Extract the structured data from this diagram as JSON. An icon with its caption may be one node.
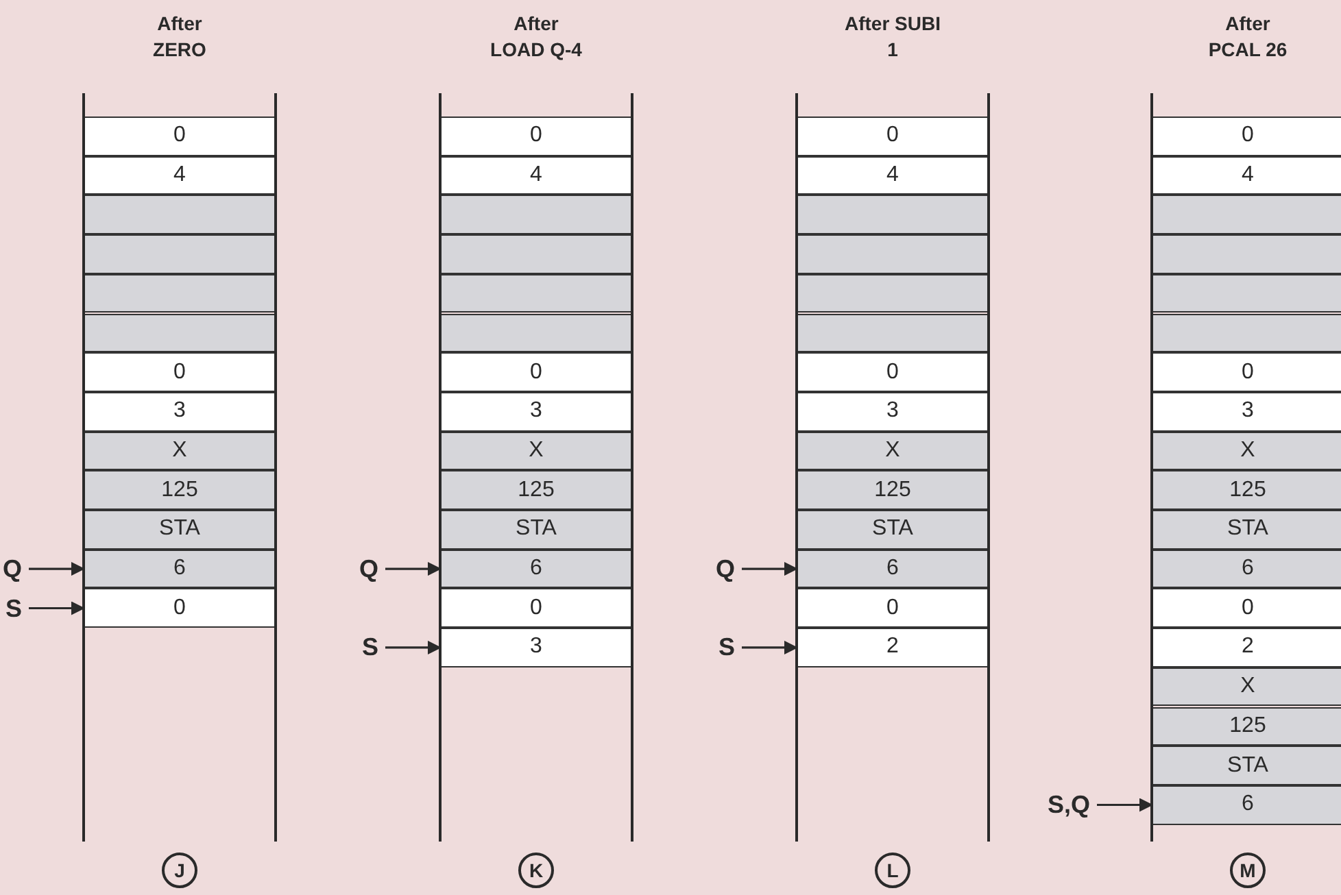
{
  "diagram": {
    "nodes": [
      {
        "text": [
          "After ZERO"
        ]
      },
      {
        "text": [
          "0"
        ],
        "in": 0
      },
      {
        "text": [
          "4"
        ],
        "in": 0
      },
      {
        "text": [],
        "shape": "box",
        "in": 0
      },
      {
        "text": [],
        "shape": "box",
        "in": 0
      },
      {
        "text": [],
        "shape": "box",
        "in": 0
      },
      {
        "text": [],
        "shape": "box",
        "in": 0
      },
      {
        "text": [
          "0"
        ],
        "in": 0
      },
      {
        "text": [
          "3"
        ],
        "in": 0
      },
      {
        "text": [
          "X"
        ],
        "in": 0
      },
      {
        "text": [
          "125"
        ],
        "in": 0
      },
      {
        "text": [
          "STA"
        ],
        "in": 0
      },
      {
        "text": [
          "6"
        ],
        "in": 0
      },
      {
        "text": [
          "0"
        ],
        "in": 0
      },
      {
        "text": [
          "Q"
        ]
      },
      {
        "text": [
          "S"
        ]
      },
      {
        "text": [
          "J"
        ]
      },
      {
        "text": [
          "After LOAD Q-4"
        ]
      },
      {
        "text": [
          "0"
        ],
        "in": 17
      },
      {
        "text": [
          "4"
        ],
        "in": 17
      },
      {
        "text": [],
        "shape": "box",
        "in": 17
      },
      {
        "text": [],
        "shape": "box",
        "in": 17
      },
      {
        "text": [],
        "shape": "box",
        "in": 17
      },
      {
        "text": [],
        "shape": "box",
        "in": 17
      },
      {
        "text": [
          "0"
        ],
        "in": 17
      },
      {
        "text": [
          "3"
        ],
        "in": 17
      },
      {
        "text": [
          "X"
        ],
        "in": 17
      },
      {
        "text": [
          "125"
        ],
        "in": 17
      },
      {
        "text": [
          "STA"
        ],
        "in": 17
      },
      {
        "text": [
          "6"
        ],
        "in": 17
      },
      {
        "text": [
          "0"
        ],
        "in": 17
      },
      {
        "text": [
          "3"
        ],
        "in": 17
      },
      {
        "text": [
          "Q"
        ]
      },
      {
        "text": [
          "S"
        ]
      },
      {
        "text": [
          "K"
        ]
      },
      {
        "text": [
          "After SUBI 1"
        ]
      },
      {
        "text": [
          "0"
        ],
        "in": 35
      },
      {
        "text": [
          "4"
        ],
        "in": 35
      },
      {
        "text": [],
        "shape": "box",
        "in": 35
      },
      {
        "text": [],
        "shape": "box",
        "in": 35
      },
      {
        "text": [],
        "shape": "box",
        "in": 35
      },
      {
        "text": [],
        "shape": "box",
        "in": 35
      },
      {
        "text": [
          "0"
        ],
        "in": 35
      },
      {
        "text": [
          "3"
        ],
        "in": 35
      },
      {
        "text": [
          "X"
        ],
        "in": 35
      },
      {
        "text": [
          "125"
        ],
        "in": 35
      },
      {
        "text": [
          "STA"
        ],
        "in": 35
      },
      {
        "text": [
          "6"
        ],
        "in": 35
      },
      {
        "text": [
          "0"
        ],
        "in": 35
      },
      {
        "text": [
          "2"
        ],
        "in": 35
      },
      {
        "text": [
          "Q"
        ]
      },
      {
        "text": [
          "S"
        ]
      },
      {
        "text": [
          "L"
        ]
      },
      {
        "text": [
          "After PCAL 26"
        ]
      },
      {
        "text": [
          "0"
        ],
        "in": 53
      },
      {
        "text": [
          "4"
        ],
        "in": 53
      },
      {
        "text": [],
        "shape": "box",
        "in": 53
      },
      {
        "text": [],
        "shape": "box",
        "in": 53
      },
      {
        "text": [],
        "shape": "box",
        "in": 53
      },
      {
        "text": [],
        "shape": "box",
        "in": 53
      },
      {
        "text": [
          "0"
        ],
        "in": 53
      },
      {
        "text": [
          "3"
        ],
        "in": 53
      },
      {
        "text": [
          "X"
        ],
        "in": 53
      },
      {
        "text": [
          "125"
        ],
        "in": 53
      },
      {
        "text": [
          "STA"
        ],
        "in": 53
      },
      {
        "text": [
          "6"
        ],
        "in": 53
      },
      {
        "text": [
          "0"
        ],
        "in": 53
      },
      {
        "text": [
          "2"
        ],
        "in": 53
      },
      {
        "text": [
          "X"
        ],
        "in": 53
      },
      {
        "text": [
          "125"
        ],
        "in": 53
      },
      {
        "text": [
          "STA"
        ],
        "in": 53
      },
      {
        "text": [
          "6"
        ],
        "in": 53
      },
      {
        "text": [
          "S,Q"
        ]
      },
      {
        "text": [
          "M"
        ]
      }
    ],
    "edges": [
      {
        "from": 14,
        "to": 12,
        "arrow": "to"
      },
      {
        "from": 15,
        "to": 13,
        "arrow": "to"
      },
      {
        "from": 32,
        "to": 29,
        "arrow": "to"
      },
      {
        "from": 33,
        "to": 31,
        "arrow": "to"
      },
      {
        "from": 50,
        "to": 47,
        "arrow": "to"
      },
      {
        "from": 51,
        "to": 49,
        "arrow": "to"
      },
      {
        "from": 72,
        "to": 71,
        "arrow": "to"
      }
    ]
  }
}
